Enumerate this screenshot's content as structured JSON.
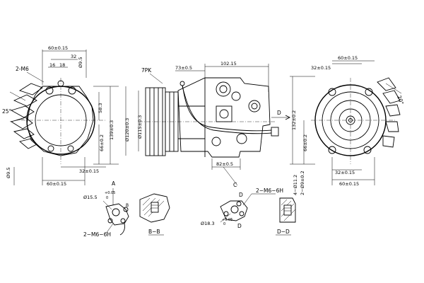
{
  "left_view": {
    "d_60_top": "60±0.15",
    "d_32": "32",
    "d_16a": "16",
    "d_16b": "18",
    "d_95_top": "Ø9.5",
    "thread": "2-M6",
    "angle": "25°",
    "d_583": "58.3",
    "d_139": "139±0.3",
    "d_66": "66±0.2",
    "d_95_bottom": "Ø9.5",
    "d_32_bottom": "32±0.15",
    "d_60_bottom": "60±0.15"
  },
  "middle_view": {
    "pk": "7PK",
    "d_73": "73±0.5",
    "d_102": "102.15",
    "d_120": "Ø120±0.3",
    "d_115": "Ø115±0.3",
    "d_82": "82±0.5",
    "label_d": "D",
    "label_c": "C"
  },
  "right_view": {
    "d_32": "32±0.15",
    "d_60_top": "60±0.15",
    "angle": "20°",
    "d_132": "132±0.2",
    "d_66": "66±0.2",
    "d_4": "4−Ø11.2",
    "d_2": "2−Ø9±0.2",
    "d_32_b": "32±0.15",
    "d_60_b": "60±0.15"
  },
  "details": {
    "detail_a_dia": "Ø15.5",
    "detail_a_tol": "+0.05",
    "detail_a_tol2": "0",
    "detail_a_label": "A",
    "detail_a_thread": "2−M6−6H",
    "section_bb": "B−B",
    "detail_b_label": "B",
    "detail_c_dia": "Ø18.3",
    "detail_c_tol": "+0.05",
    "detail_c_tol2": "0",
    "detail_c_thread": "2−M6−6H",
    "detail_d_label": "D",
    "section_dd": "D−D"
  }
}
